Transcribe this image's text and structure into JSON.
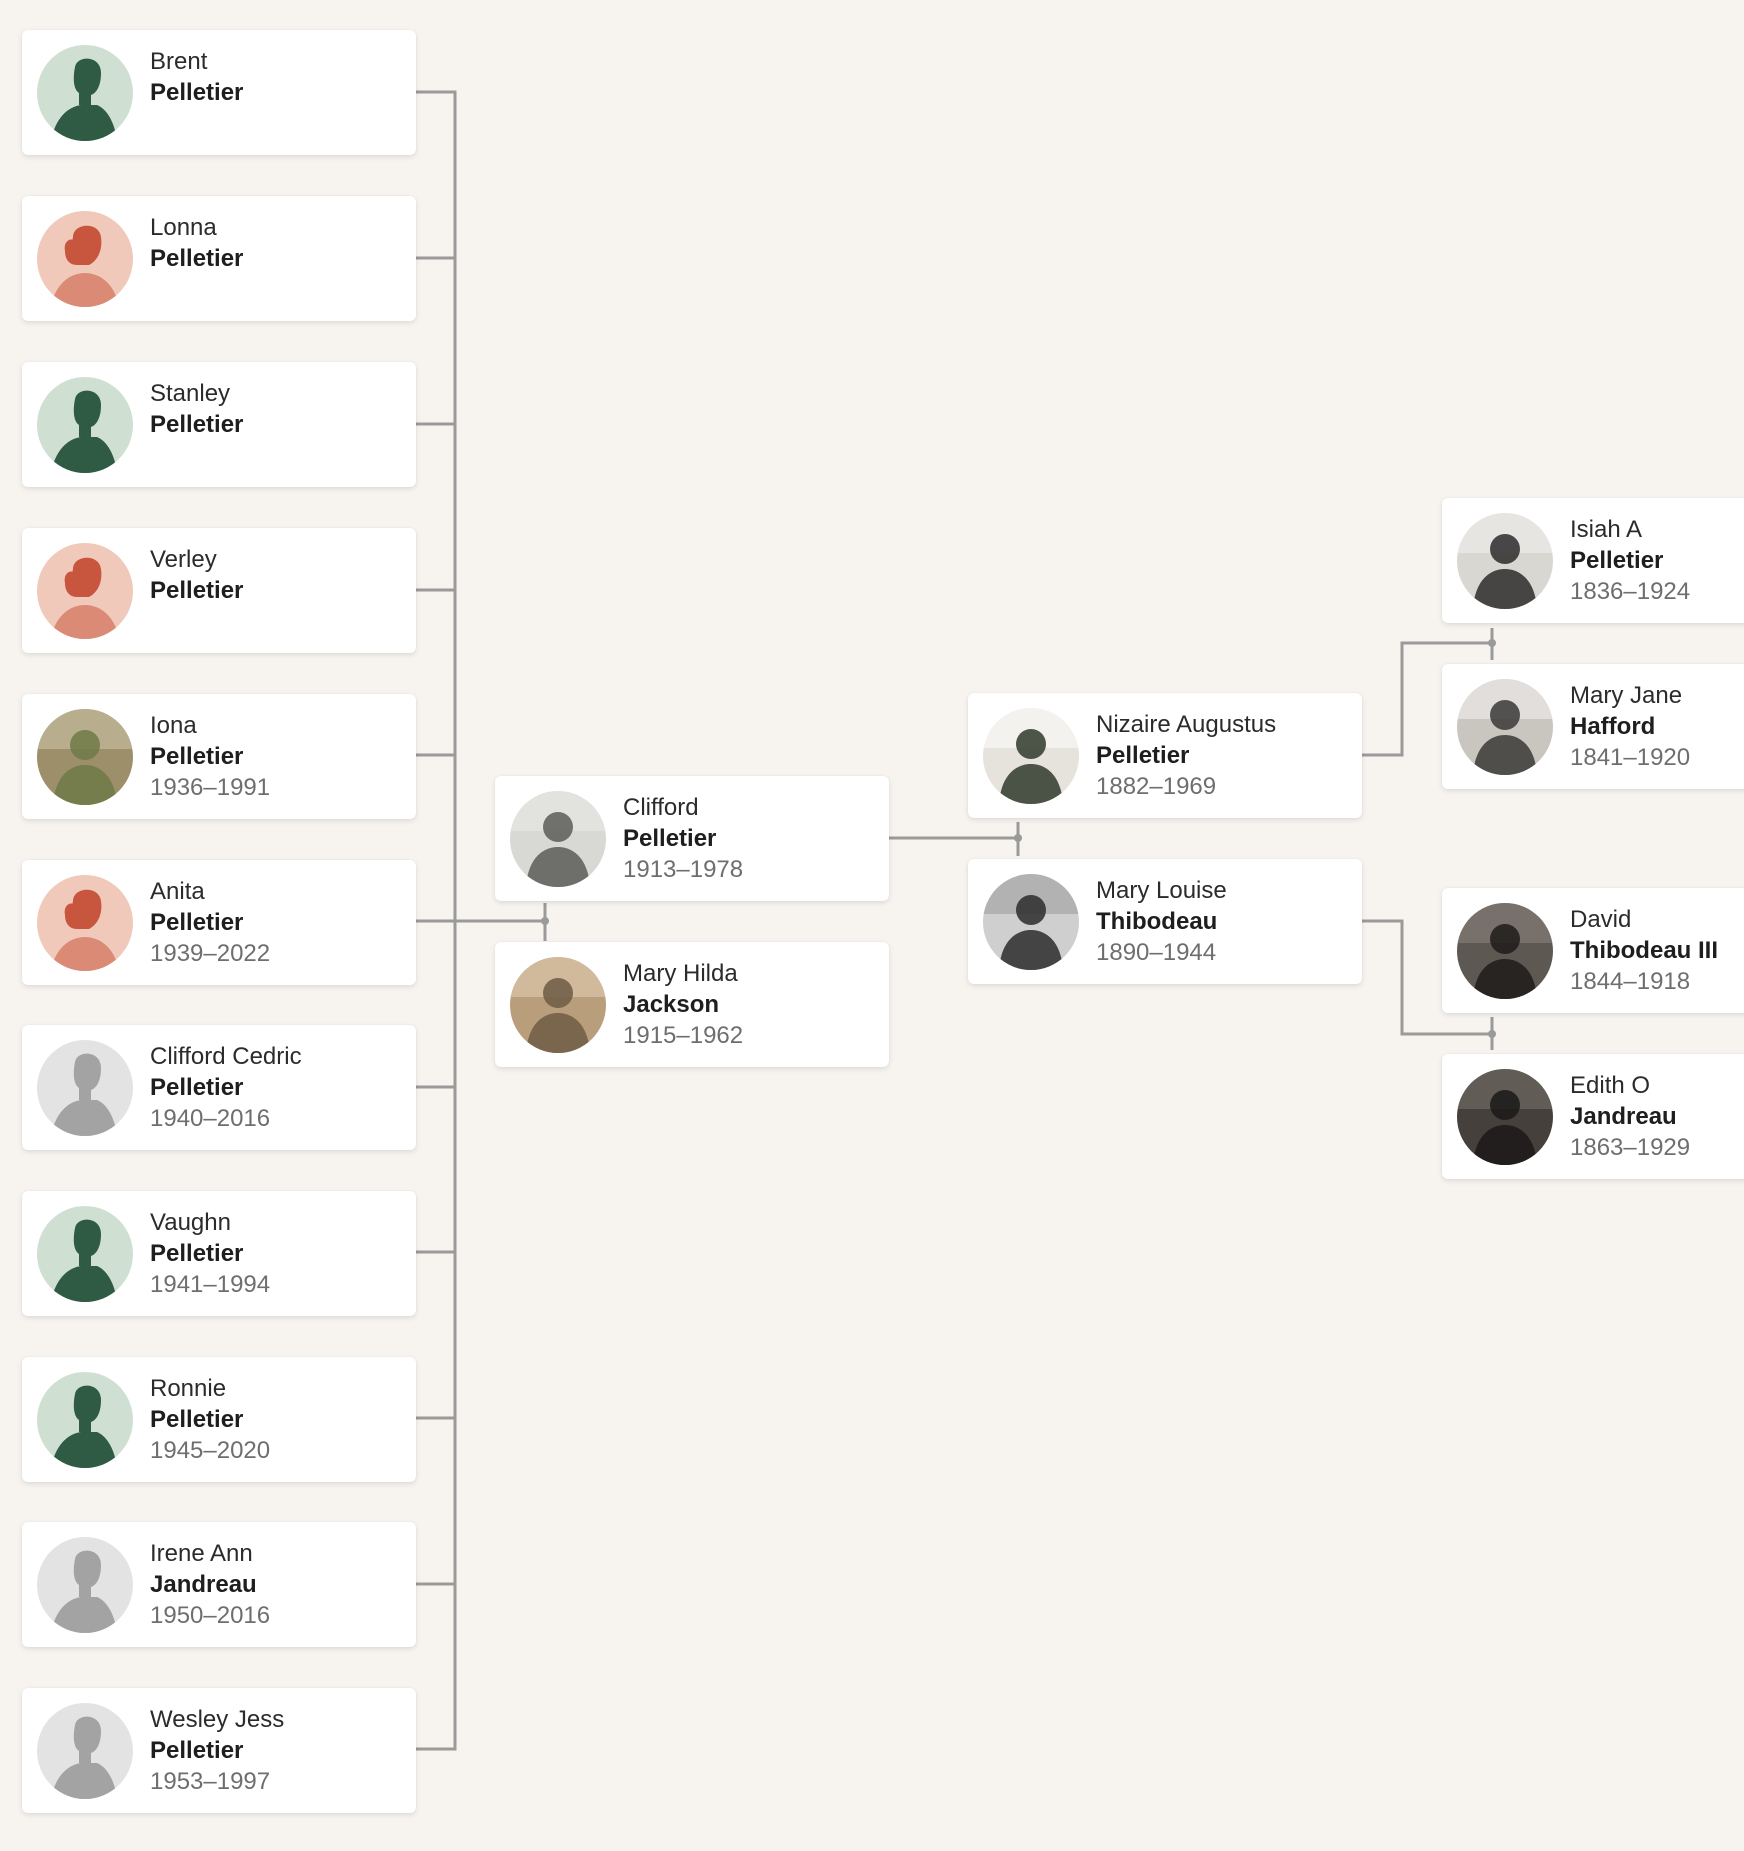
{
  "colors": {
    "background": "#f7f4f0",
    "card": "#ffffff",
    "connector": "#9a9a9a",
    "male_avatar_bg": "#cfe0d2",
    "male_avatar_fg": "#2f5a43",
    "female_avatar_bg": "#f0c9bb",
    "female_avatar_fg": "#c8553d",
    "unknown_avatar_bg": "#e3e3e3",
    "unknown_avatar_fg": "#a3a3a3"
  },
  "people": {
    "brent": {
      "given": "Brent",
      "surname": "Pelletier",
      "dates": "",
      "avatar": "male-silhouette"
    },
    "lonna": {
      "given": "Lonna",
      "surname": "Pelletier",
      "dates": "",
      "avatar": "female-silhouette"
    },
    "stanley": {
      "given": "Stanley",
      "surname": "Pelletier",
      "dates": "",
      "avatar": "male-silhouette"
    },
    "verley": {
      "given": "Verley",
      "surname": "Pelletier",
      "dates": "",
      "avatar": "female-silhouette"
    },
    "iona": {
      "given": "Iona",
      "surname": "Pelletier",
      "dates": "1936–1991",
      "avatar": "photo"
    },
    "anita": {
      "given": "Anita",
      "surname": "Pelletier",
      "dates": "1939–2022",
      "avatar": "female-silhouette"
    },
    "clifford_cedric": {
      "given": "Clifford Cedric",
      "surname": "Pelletier",
      "dates": "1940–2016",
      "avatar": "unknown-silhouette"
    },
    "vaughn": {
      "given": "Vaughn",
      "surname": "Pelletier",
      "dates": "1941–1994",
      "avatar": "male-silhouette"
    },
    "ronnie": {
      "given": "Ronnie",
      "surname": "Pelletier",
      "dates": "1945–2020",
      "avatar": "male-silhouette"
    },
    "irene_ann": {
      "given": "Irene Ann",
      "surname": "Jandreau",
      "dates": "1950–2016",
      "avatar": "unknown-silhouette"
    },
    "wesley_jess": {
      "given": "Wesley Jess",
      "surname": "Pelletier",
      "dates": "1953–1997",
      "avatar": "unknown-silhouette"
    },
    "clifford": {
      "given": "Clifford",
      "surname": "Pelletier",
      "dates": "1913–1978",
      "avatar": "photo"
    },
    "mary_hilda": {
      "given": "Mary Hilda",
      "surname": "Jackson",
      "dates": "1915–1962",
      "avatar": "photo"
    },
    "nizaire": {
      "given": "Nizaire Augustus",
      "surname": "Pelletier",
      "dates": "1882–1969",
      "avatar": "photo"
    },
    "mary_louise": {
      "given": "Mary Louise",
      "surname": "Thibodeau",
      "dates": "1890–1944",
      "avatar": "photo"
    },
    "isiah": {
      "given": "Isiah   A",
      "surname": "Pelletier",
      "dates": "1836–1924",
      "avatar": "photo"
    },
    "mary_jane": {
      "given": "Mary Jane",
      "surname": "Hafford",
      "dates": "1841–1920",
      "avatar": "photo"
    },
    "david": {
      "given": "David",
      "surname": "Thibodeau III",
      "dates": "1844–1918",
      "avatar": "photo"
    },
    "edith": {
      "given": "Edith O",
      "surname": "Jandreau",
      "dates": "1863–1929",
      "avatar": "photo"
    }
  }
}
